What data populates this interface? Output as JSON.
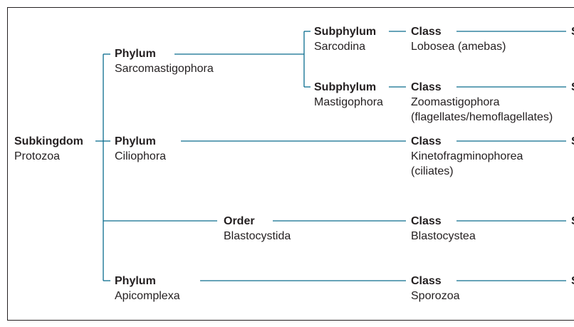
{
  "colors": {
    "line": "#0b6c8e",
    "text": "#231f20",
    "border": "#231f20"
  },
  "nodes": {
    "subkingdom": {
      "rank": "Subkingdom",
      "taxon": [
        "Protozoa"
      ]
    },
    "phylum_sarco": {
      "rank": "Phylum",
      "taxon": [
        "Sarcomastigophora"
      ]
    },
    "subphylum_sarc": {
      "rank": "Subphylum",
      "taxon": [
        "Sarcodina"
      ]
    },
    "subphylum_mast": {
      "rank": "Subphylum",
      "taxon": [
        "Mastigophora"
      ]
    },
    "class_lobosea": {
      "rank": "Class",
      "taxon": [
        "Lobosea (amebas)"
      ]
    },
    "class_zoomast": {
      "rank": "Class",
      "taxon": [
        "Zoomastigophora",
        "(flagellates/hemoflagellates)"
      ]
    },
    "phylum_cilio": {
      "rank": "Phylum",
      "taxon": [
        "Ciliophora"
      ]
    },
    "class_kineto": {
      "rank": "Class",
      "taxon": [
        "Kinetofragminophorea",
        "(ciliates)"
      ]
    },
    "order_blasto": {
      "rank": "Order",
      "taxon": [
        "Blastocystida"
      ]
    },
    "class_blasto": {
      "rank": "Class",
      "taxon": [
        "Blastocystea"
      ]
    },
    "phylum_apico": {
      "rank": "Phylum",
      "taxon": [
        "Apicomplexa"
      ]
    },
    "class_sporo": {
      "rank": "Class",
      "taxon": [
        "Sporozoa"
      ]
    }
  },
  "cut_letters": {
    "row1": "S",
    "row2": "S",
    "row3": "S",
    "row4": "S",
    "row5": "S"
  }
}
